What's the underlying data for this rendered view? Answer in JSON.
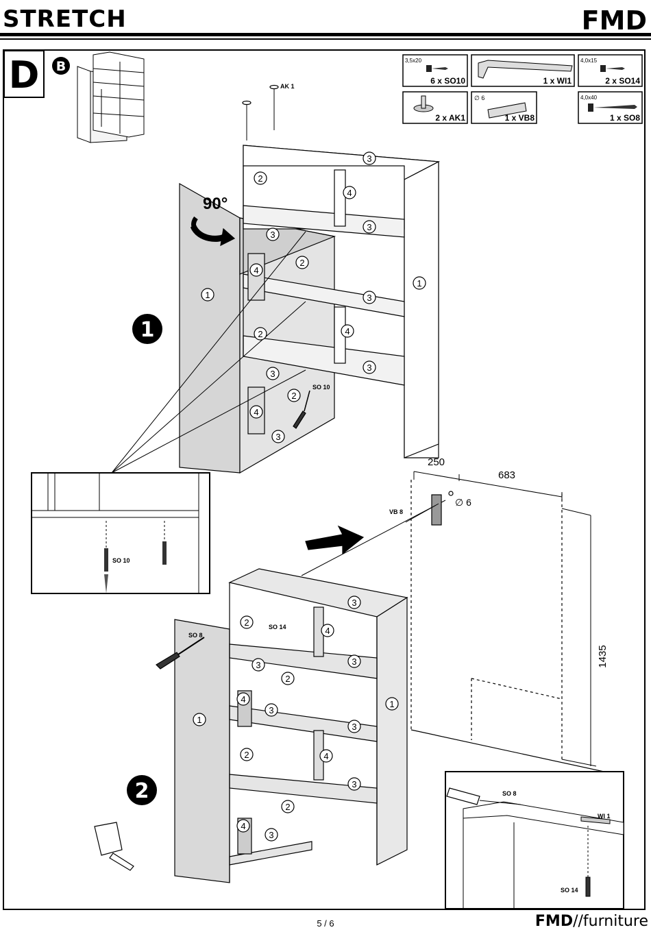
{
  "header": {
    "product": "STRETCH",
    "brand": "FMD"
  },
  "step": {
    "letter": "D",
    "variant": "B"
  },
  "parts": [
    {
      "size": "3,5x20",
      "qty": "6 x SO10"
    },
    {
      "size": "",
      "qty": "1 x WI1"
    },
    {
      "size": "4,0x15",
      "qty": "2 x SO14"
    },
    {
      "size": "",
      "qty": "2 x AK1"
    },
    {
      "size": "∅ 6",
      "qty": "1 x VB8"
    },
    {
      "size": "4,0x40",
      "qty": "1 x SO8"
    }
  ],
  "labels": {
    "rotate": "90°",
    "ak1": "AK 1",
    "so10": "SO 10",
    "so10_detail": "SO 10",
    "vb8": "VB 8",
    "drill": "∅ 6",
    "so8": "SO 8",
    "so14": "SO 14",
    "so8_detail": "SO 8",
    "wi1_detail": "WI 1",
    "so14_detail": "SO 14"
  },
  "dimensions": {
    "d1": "250",
    "d2": "683",
    "height": "1435"
  },
  "steps": [
    "1",
    "2"
  ],
  "panel_numbers": [
    "1",
    "2",
    "3",
    "4"
  ],
  "footer": {
    "page": "5 / 6",
    "brand_bold": "FMD",
    "brand_rest": "//furniture"
  }
}
